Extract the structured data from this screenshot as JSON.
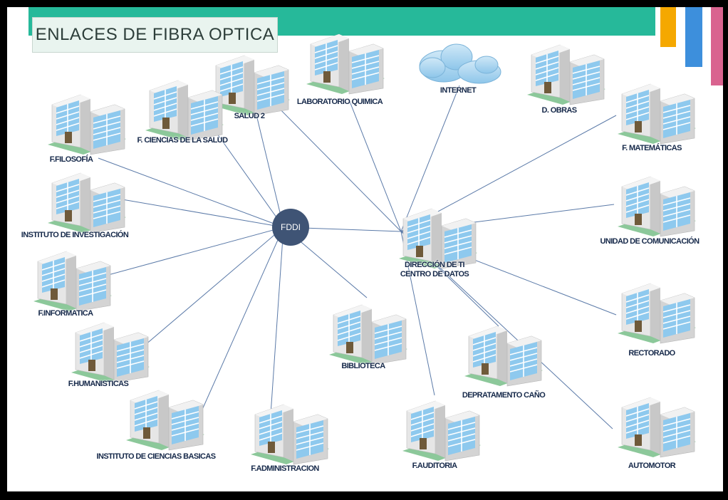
{
  "title": "ENLACES DE FIBRA OPTICA",
  "colors": {
    "topbar": "#26b99a",
    "accent_orange": "#f5a800",
    "accent_blue": "#3d8fdc",
    "accent_pink": "#d9638f",
    "link_line": "#5b7aa8",
    "hub": "#3f5475",
    "label": "#16294a"
  },
  "hubs": {
    "fddi": {
      "label": "FDDI"
    },
    "ti": {
      "label_line1": "DIRECCIÓN DE TI",
      "label_line2": "CENTRO DE DATOS"
    }
  },
  "internet": {
    "label": "INTERNET",
    "icon": "cloud-icon"
  },
  "fddi_buildings": [
    {
      "key": "salud2",
      "label": "SALUD 2"
    },
    {
      "key": "ciencias_salud",
      "label": "F. CIENCIAS DE LA SALUD"
    },
    {
      "key": "filosofia",
      "label": "F.FILOSOFÍA"
    },
    {
      "key": "investigacion",
      "label": "INSTITUTO DE INVESTIGACIÓN"
    },
    {
      "key": "informatica",
      "label": "F.INFORMATICA"
    },
    {
      "key": "humanisticas",
      "label": "F.HUMANISTICAS"
    },
    {
      "key": "ciencias_basicas",
      "label": "INSTITUTO DE CIENCIAS BASICAS"
    },
    {
      "key": "administracion",
      "label": "F.ADMINISTRACION"
    },
    {
      "key": "biblioteca",
      "label": "BIBLIOTECA"
    }
  ],
  "ti_buildings": [
    {
      "key": "lab_quimica",
      "label": "LABORATORIO QUIMICA"
    },
    {
      "key": "obras",
      "label": "D. OBRAS"
    },
    {
      "key": "matematicas",
      "label": "F. MATEMÁTICAS"
    },
    {
      "key": "comunicacion",
      "label": "UNIDAD DE COMUNICACIÓN"
    },
    {
      "key": "rectorado",
      "label": "RECTORADO"
    },
    {
      "key": "automotor",
      "label": "AUTOMOTOR"
    },
    {
      "key": "auditoria",
      "label": "F.AUDITORIA"
    },
    {
      "key": "caño",
      "label": "DEPRATAMENTO CAÑO"
    }
  ]
}
